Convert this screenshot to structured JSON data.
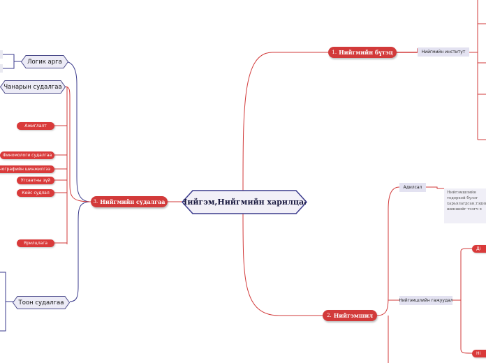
{
  "central": "Нийгэм,Нийгмийн харилцаа",
  "branches": {
    "b1": {
      "num": "1.",
      "label": "Нийгмийн бүтэц"
    },
    "b2": {
      "num": "2.",
      "label": "Нийгэмшил"
    },
    "b3": {
      "num": "3.",
      "label": "Нийгмийн судалгаа"
    }
  },
  "subtopics": {
    "institute": "Нийгмийн институт",
    "adilsal": "Адилсал",
    "agents": "Нийгэмшлийн гажуудал",
    "adilsal_text": [
      "Нийгэмшлийн",
      "тодорхой бүлэг",
      "харьялагдсан,тэдний",
      "шинжийг тээгч х"
    ],
    "right_stub_1": "Ді",
    "right_stub_2": "Ні"
  },
  "research": {
    "logic": "Логик арга",
    "qualitative": "Чанарын судалгаа",
    "quantitative": "Тоон судалгаа",
    "leaves": {
      "observation": "Ажиглалт",
      "phenomenology": "Финомологи судалгаа",
      "ethnography": "Этнографийн шинжилгээ",
      "grounded": "Угсаатны зүй",
      "case": "Кейс судлал",
      "interview": "Ярилцлага"
    }
  }
}
